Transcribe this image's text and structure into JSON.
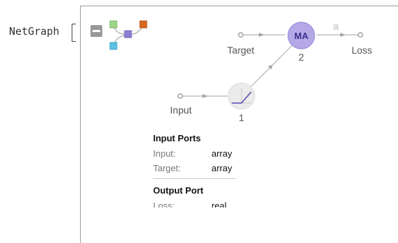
{
  "netgraph": {
    "head": "NetGraph"
  },
  "nodes": {
    "ma": {
      "label": "MA",
      "index": "2"
    },
    "ramp": {
      "index": "1"
    }
  },
  "ports": {
    "input": "Input",
    "target": "Target",
    "loss": "Loss",
    "real_symbol": "ℝ"
  },
  "info": {
    "input_ports_heading": "Input Ports",
    "input_rows": [
      {
        "name": "Input:",
        "type": "array"
      },
      {
        "name": "Target:",
        "type": "array"
      }
    ],
    "output_port_heading": "Output Port",
    "output_rows": [
      {
        "name": "Loss:",
        "type": "real"
      }
    ]
  },
  "colors": {
    "ma_fill": "#b4a9e6",
    "ma_stroke": "#a394de",
    "ramp_fill": "#ebebeb",
    "ramp_line": "#6a5fb8",
    "edge": "#b3b3b3",
    "thumb_green": "#9fd78a",
    "thumb_purple": "#8a7fd6",
    "thumb_orange": "#d9691f",
    "thumb_cyan": "#5bc3e6"
  }
}
